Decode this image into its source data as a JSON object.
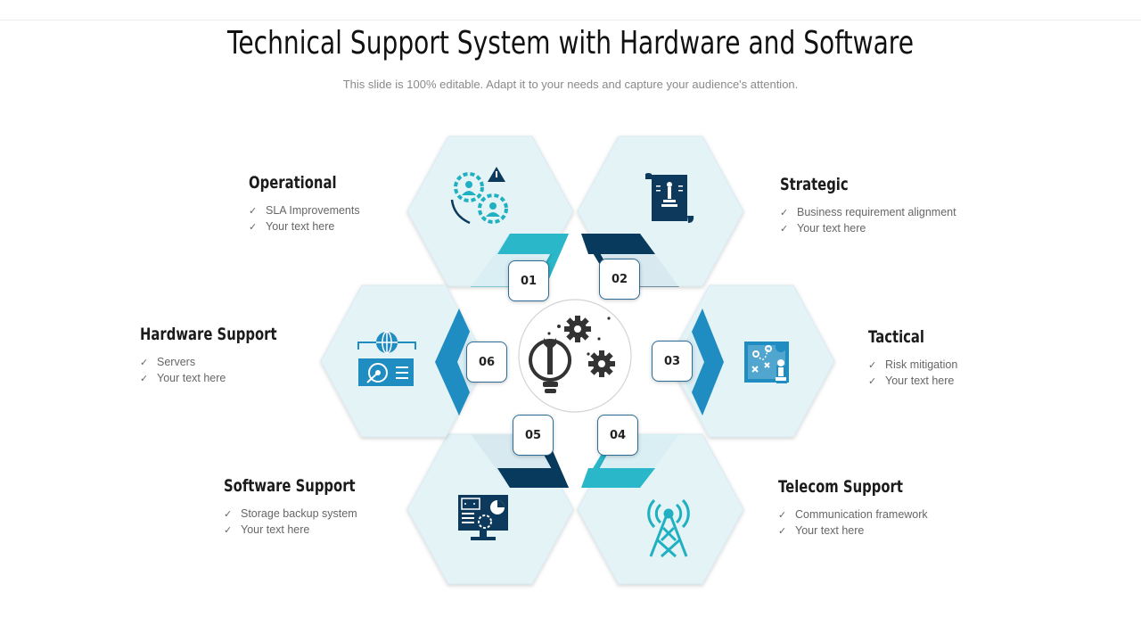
{
  "title": "Technical Support System with Hardware and Software",
  "subtitle": "This slide is 100% editable. Adapt it to your needs and capture your audience's attention.",
  "colors": {
    "hex_fill": "#e3f3f8",
    "teal": "#2ab7c9",
    "navy": "#073a5c",
    "mid_blue": "#1f8cc2",
    "icon_dark": "#0d3a5c",
    "icon_teal": "#1fb0c1"
  },
  "segments": [
    {
      "number": "01",
      "title": "Operational",
      "items": [
        "SLA Improvements",
        "Your text here"
      ],
      "icon": "gears-warning-icon"
    },
    {
      "number": "02",
      "title": "Strategic",
      "items": [
        "Business requirement alignment",
        "Your text here"
      ],
      "icon": "scroll-document-icon"
    },
    {
      "number": "03",
      "title": "Tactical",
      "items": [
        "Risk mitigation",
        "Your text here"
      ],
      "icon": "strategy-board-icon"
    },
    {
      "number": "04",
      "title": "Telecom Support",
      "items": [
        "Communication framework",
        "Your text here"
      ],
      "icon": "signal-tower-icon"
    },
    {
      "number": "05",
      "title": "Software Support",
      "items": [
        "Storage backup system",
        "Your text here"
      ],
      "icon": "monitor-code-icon"
    },
    {
      "number": "06",
      "title": "Hardware Support",
      "items": [
        "Servers",
        "Your text here"
      ],
      "icon": "hard-drive-network-icon"
    }
  ],
  "center_icon": "lightbulb-wrench-gears-icon"
}
